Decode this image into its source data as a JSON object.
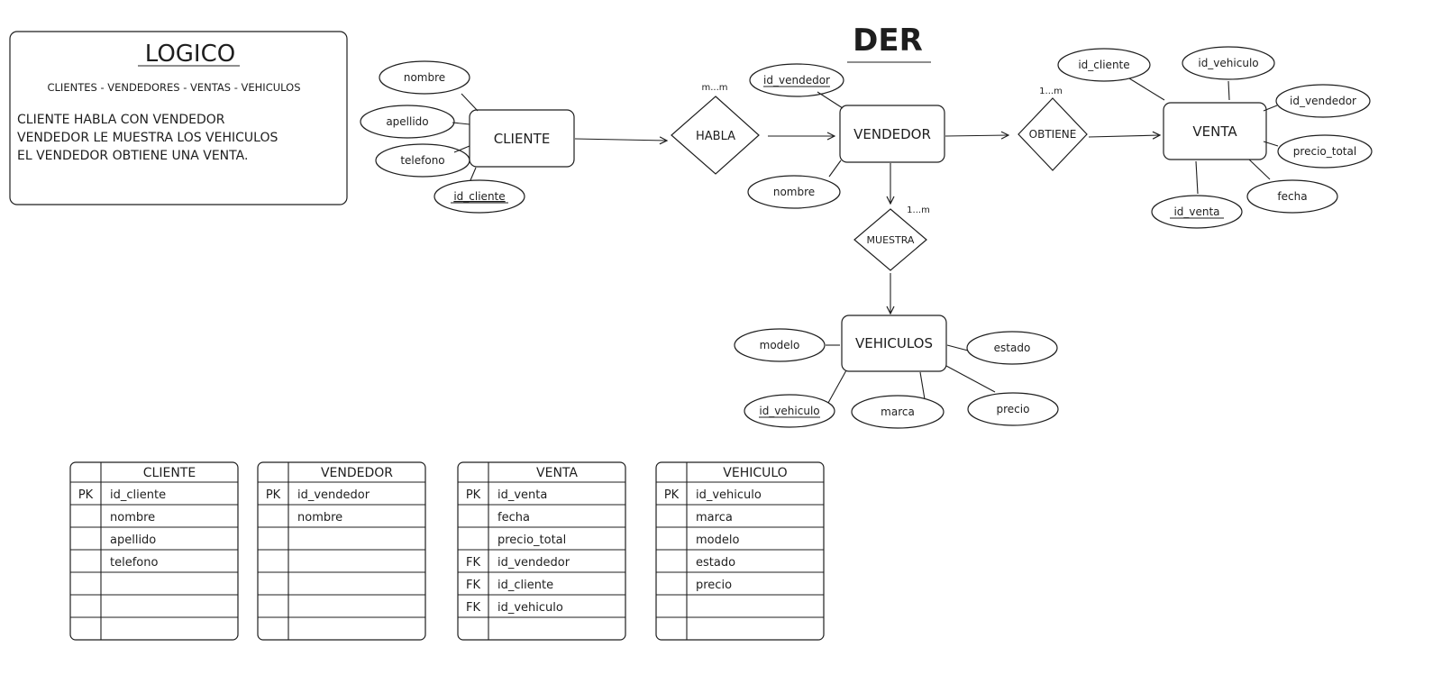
{
  "logico": {
    "title": "LOGICO",
    "subtitle": "CLIENTES - VENDEDORES - VENTAS - VEHICULOS",
    "lines": [
      "CLIENTE HABLA CON VENDEDOR",
      "VENDEDOR LE MUESTRA LOS VEHICULOS",
      "EL VENDEDOR OBTIENE UNA VENTA."
    ]
  },
  "der": {
    "title": "DER",
    "entities": {
      "cliente": "CLIENTE",
      "vendedor": "VENDEDOR",
      "venta": "VENTA",
      "vehiculos": "VEHICULOS"
    },
    "relations": {
      "habla": "HABLA",
      "obtiene": "OBTIENE",
      "muestra": "MUESTRA"
    },
    "cardinalities": {
      "habla": "m...m",
      "obtiene": "1...m",
      "muestra": "1...m"
    },
    "attributes": {
      "cliente": [
        "nombre",
        "apellido",
        "telefono",
        "id_cliente"
      ],
      "vendedor": [
        "id_vendedor",
        "nombre"
      ],
      "venta": [
        "id_cliente",
        "id_vehiculo",
        "id_vendedor",
        "precio_total",
        "fecha",
        "id_venta"
      ],
      "vehiculos": [
        "modelo",
        "estado",
        "id_vehiculo",
        "marca",
        "precio"
      ]
    }
  },
  "tables": [
    {
      "name": "CLIENTE",
      "rows": [
        {
          "key": "PK",
          "field": "id_cliente"
        },
        {
          "key": "",
          "field": "nombre"
        },
        {
          "key": "",
          "field": "apellido"
        },
        {
          "key": "",
          "field": "telefono"
        },
        {
          "key": "",
          "field": ""
        },
        {
          "key": "",
          "field": ""
        },
        {
          "key": "",
          "field": ""
        }
      ]
    },
    {
      "name": "VENDEDOR",
      "rows": [
        {
          "key": "PK",
          "field": "id_vendedor"
        },
        {
          "key": "",
          "field": "nombre"
        },
        {
          "key": "",
          "field": ""
        },
        {
          "key": "",
          "field": ""
        },
        {
          "key": "",
          "field": ""
        },
        {
          "key": "",
          "field": ""
        },
        {
          "key": "",
          "field": ""
        }
      ]
    },
    {
      "name": "VENTA",
      "rows": [
        {
          "key": "PK",
          "field": "id_venta"
        },
        {
          "key": "",
          "field": "fecha"
        },
        {
          "key": "",
          "field": "precio_total"
        },
        {
          "key": "FK",
          "field": "id_vendedor"
        },
        {
          "key": "FK",
          "field": "id_cliente"
        },
        {
          "key": "FK",
          "field": "id_vehiculo"
        },
        {
          "key": "",
          "field": ""
        }
      ]
    },
    {
      "name": "VEHICULO",
      "rows": [
        {
          "key": "PK",
          "field": "id_vehiculo"
        },
        {
          "key": "",
          "field": "marca"
        },
        {
          "key": "",
          "field": "modelo"
        },
        {
          "key": "",
          "field": "estado"
        },
        {
          "key": "",
          "field": "precio"
        },
        {
          "key": "",
          "field": ""
        },
        {
          "key": "",
          "field": ""
        }
      ]
    }
  ]
}
